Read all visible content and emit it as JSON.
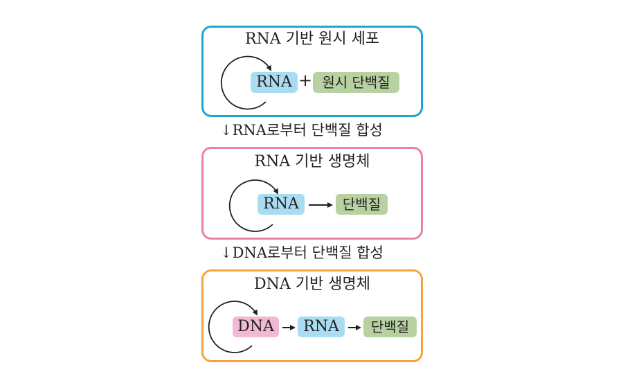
{
  "colors": {
    "box1": "#1aa7d6",
    "box2": "#ec80ad",
    "box3": "#f7a342",
    "rna": "#a9dcf3",
    "dna": "#f1b9d3",
    "protein": "#b7d1a0"
  },
  "stages": [
    {
      "title": "RNA 기반 원시 세포",
      "chips": [
        "RNA",
        "원시 단백질"
      ],
      "connector": "+"
    },
    {
      "title": "RNA 기반 생명체",
      "chips": [
        "RNA",
        "단백질"
      ]
    },
    {
      "title": "DNA 기반 생명체",
      "chips": [
        "DNA",
        "RNA",
        "단백질"
      ]
    }
  ],
  "transitions": [
    {
      "arrow": "↓",
      "label": "RNA로부터 단백질 합성"
    },
    {
      "arrow": "↓",
      "label": "DNA로부터 단백질 합성"
    }
  ]
}
